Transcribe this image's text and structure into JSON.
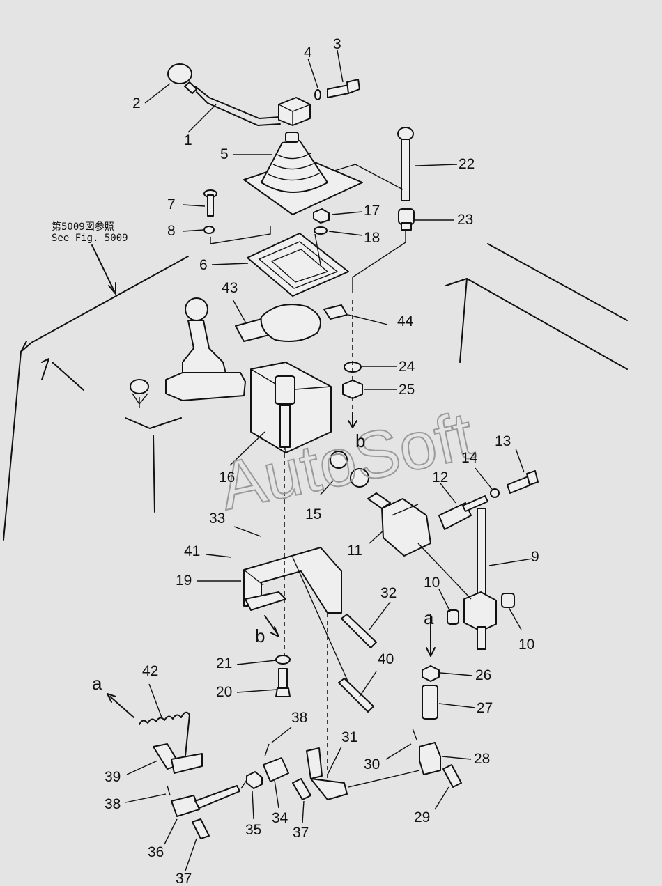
{
  "figure_note": {
    "line1": "第5009図参照",
    "line2": "See Fig. 5009"
  },
  "watermark": "AutoSoft",
  "part_labels": [
    "1",
    "2",
    "3",
    "4",
    "5",
    "7",
    "8",
    "6",
    "43",
    "44",
    "22",
    "17",
    "23",
    "18",
    "24",
    "25",
    "16",
    "15",
    "13",
    "14",
    "12",
    "11",
    "9",
    "33",
    "41",
    "19",
    "10",
    "10",
    "32",
    "21",
    "40",
    "20",
    "42",
    "26",
    "27",
    "38",
    "31",
    "28",
    "39",
    "30",
    "38",
    "29",
    "35",
    "34",
    "37",
    "36",
    "37"
  ],
  "ref_labels": [
    "b",
    "a",
    "b",
    "a"
  ],
  "colors": {
    "background": "#e4e4e4",
    "ink": "#111111",
    "watermark": "#9a9a9a"
  }
}
